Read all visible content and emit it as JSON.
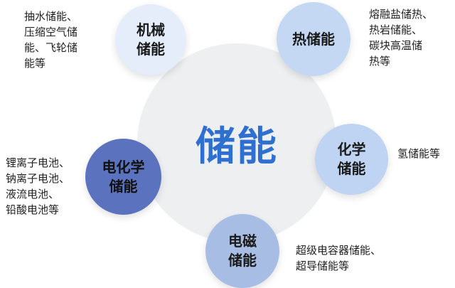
{
  "center": {
    "label": "储能"
  },
  "nodes": {
    "mechanical": {
      "label": "机械\n储能",
      "desc": "抽水储能、\n压缩空气储\n能、飞轮储\n能等"
    },
    "thermal": {
      "label": "热储能",
      "desc": "熔融盐储热、\n热岩储能、\n碳块高温储\n热等"
    },
    "chemical": {
      "label": "化学\n储能",
      "desc": "氢储能等"
    },
    "electrochemical": {
      "label": "电化学\n储能",
      "desc": "锂离子电池、\n钠离子电池、\n液流电池、\n铅酸电池等"
    },
    "electromagnetic": {
      "label": "电磁\n储能",
      "desc": "超级电容器储能、\n超导储能等"
    }
  },
  "colors": {
    "center_bg": "#eeeff1",
    "center_text": "#2f6fd0",
    "mechanical_bg": "#e4edf9",
    "thermal_bg": "#c4d8f4",
    "chemical_bg": "#bfd4f2",
    "electrochemical_bg": "#5b72be",
    "electromagnetic_bg": "#a8bde3"
  }
}
